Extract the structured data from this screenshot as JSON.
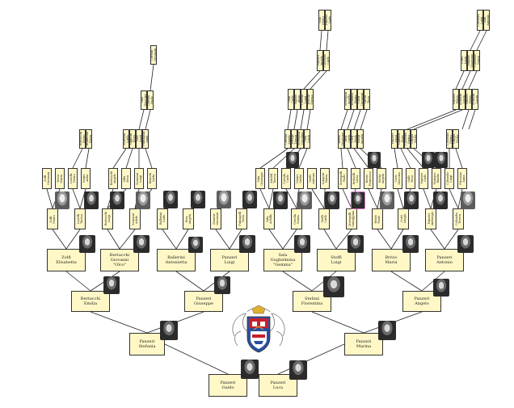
{
  "tree": {
    "gen1": [
      {
        "id": "p-gudo",
        "name": "Panzeri\nGuido"
      },
      {
        "id": "p-luca",
        "name": "Panzeri\nLuca"
      }
    ],
    "gen2": [
      {
        "id": "p-stefania",
        "name": "Panzeri\nStefania"
      },
      {
        "id": "p-marina",
        "name": "Panzeri\nMarina"
      }
    ],
    "gen3": [
      {
        "id": "p-bertacchi-emilia",
        "name": "Bertacchi\nEmilia"
      },
      {
        "id": "p-panzeri-giuseppe",
        "name": "Panzeri\nGiuseppe"
      },
      {
        "id": "p-stefani-florentina",
        "name": "Stefani\nFlorentina"
      },
      {
        "id": "p-panzeri-angelo",
        "name": "Panzeri\nAngelo"
      }
    ],
    "gen4": [
      {
        "id": "p-zolfi",
        "name": "Zolfi\nElisabetta"
      },
      {
        "id": "p-bertacchi-g",
        "name": "Bertacchi\nGiovanni\n\"Olco\""
      },
      {
        "id": "p-ballerini",
        "name": "Ballerini\nAntonietta"
      },
      {
        "id": "p-panzeri-luigi",
        "name": "Panzeri\nLuigi"
      },
      {
        "id": "p-sala",
        "name": "Sala\nGuglielmina\n\"Gemma\""
      },
      {
        "id": "p-stoffi",
        "name": "Stoffi\nLuigi"
      },
      {
        "id": "p-brivio",
        "name": "Brivio\nMaria"
      },
      {
        "id": "p-panzeri-antonio",
        "name": "Panzeri\nAntonio"
      }
    ],
    "gen5": [
      {
        "id": "p-g5-1",
        "name": "Zolfi\nPietro"
      },
      {
        "id": "p-g5-2",
        "name": "Lavelli\nTeresa"
      },
      {
        "id": "p-g5-3",
        "name": "Bertacchi\nLuigi"
      },
      {
        "id": "p-g5-4",
        "name": "Sormani\nAdele"
      },
      {
        "id": "p-g5-5",
        "name": "Ballerini\nCarlo"
      },
      {
        "id": "p-g5-6",
        "name": "Riva\nAngela"
      },
      {
        "id": "p-g5-7",
        "name": "Panzeri\nGiovanni"
      },
      {
        "id": "p-g5-8",
        "name": "Fumagalli\nRosa"
      },
      {
        "id": "p-g5-9",
        "name": "Sala\nAchille"
      },
      {
        "id": "p-g5-10",
        "name": "Cereda\nMaria"
      },
      {
        "id": "p-g5-11",
        "name": "Stoffi\nCarlo"
      },
      {
        "id": "p-g5-12",
        "name": "Meregalli\nGiuseppina"
      },
      {
        "id": "p-g5-13",
        "name": "Brivio\nPaolo"
      },
      {
        "id": "p-g5-14",
        "name": "Corti\nLuigia"
      },
      {
        "id": "p-g5-15",
        "name": "Panzeri\nAmbrogio"
      },
      {
        "id": "p-g5-16",
        "name": "Colombo\nTeresa"
      }
    ],
    "gen6": [
      {
        "id": "a1",
        "name": "Zolfi\nGiovanni"
      },
      {
        "id": "a2",
        "name": "Rossi\nMaria"
      },
      {
        "id": "a3",
        "name": "Lavelli\nPietro"
      },
      {
        "id": "a4",
        "name": "Negri\nAnna"
      },
      {
        "id": "a5",
        "name": "Bertacchi\nAngelo"
      },
      {
        "id": "a6",
        "name": "Villa\nRosa"
      },
      {
        "id": "a7",
        "name": "Sormani\nLuigi"
      },
      {
        "id": "a8",
        "name": "Bianchi\nCarla"
      },
      {
        "id": "a9",
        "name": "Sala\nGiuseppe"
      },
      {
        "id": "a10",
        "name": "Airoldi\nTeresa"
      },
      {
        "id": "a11",
        "name": "Cereda\nCarlo"
      },
      {
        "id": "a12",
        "name": "Mauri\nGiulia"
      },
      {
        "id": "a13",
        "name": "Stoffi\nAntonio"
      },
      {
        "id": "a14",
        "name": "Longoni\nMaria"
      },
      {
        "id": "a15",
        "name": "Meregalli\nPaolo"
      },
      {
        "id": "a16",
        "name": "Redaelli\nLucia"
      },
      {
        "id": "a17",
        "name": "Brivio\nFrancesco"
      },
      {
        "id": "a18",
        "name": "Motta\nAngela"
      },
      {
        "id": "a19",
        "name": "Corti\nGiacomo"
      },
      {
        "id": "a20",
        "name": "Galli\nRosa"
      },
      {
        "id": "a21",
        "name": "Panzeri\nCarlo"
      },
      {
        "id": "a22",
        "name": "Vismara\nEmilia"
      },
      {
        "id": "a23",
        "name": "Colombo\nLuigi"
      },
      {
        "id": "a24",
        "name": "Pirovano\nAnna"
      }
    ],
    "gen7": [
      {
        "id": "b1",
        "name": "Bertacchi\nPietro"
      },
      {
        "id": "b2",
        "name": "Brambilla\nMaria"
      },
      {
        "id": "b3",
        "name": "Sormani\nCarlo"
      },
      {
        "id": "b4",
        "name": "Oggioni\nRosa"
      },
      {
        "id": "b5",
        "name": "Sala\nLuigi"
      },
      {
        "id": "b6",
        "name": "Fumagalli\nAnna"
      },
      {
        "id": "b7",
        "name": "Cereda\nAngelo"
      },
      {
        "id": "b8",
        "name": "Perego\nTeresa"
      },
      {
        "id": "b9",
        "name": "Meregalli\nGiovanni"
      },
      {
        "id": "b10",
        "name": "Villa\nLucia"
      },
      {
        "id": "b11",
        "name": "Brivio\nGiuseppe"
      },
      {
        "id": "b12",
        "name": "Riva\nCarla"
      },
      {
        "id": "b13",
        "name": "Corti\nPaolo"
      },
      {
        "id": "b14",
        "name": "Mauri\nAngela"
      },
      {
        "id": "b15",
        "name": "Panzeri\nLuigi"
      },
      {
        "id": "b16",
        "name": "Galbiati\nRosa"
      },
      {
        "id": "b17",
        "name": "Colombo\nPietro"
      },
      {
        "id": "b18",
        "name": "Crippa\nMaria"
      }
    ],
    "gen8": [
      {
        "id": "c1",
        "name": "Sala\nCarlo"
      },
      {
        "id": "c2",
        "name": "Viganò\nAnna"
      },
      {
        "id": "c3",
        "name": "Cereda\nLuigi"
      },
      {
        "id": "c4",
        "name": "Ronchi\nTeresa"
      },
      {
        "id": "c5",
        "name": "Meregalli\nAngelo"
      },
      {
        "id": "c6",
        "name": "Bonfanti\nMaria"
      },
      {
        "id": "c7",
        "name": "Corti\nGiovanni"
      },
      {
        "id": "c8",
        "name": "Sironi\nRosa"
      },
      {
        "id": "c9",
        "name": "Panzeri\nPietro"
      },
      {
        "id": "c10",
        "name": "Mariani\nLucia"
      }
    ],
    "gen9": [
      {
        "id": "d1",
        "name": "Sala\nGiacomo"
      },
      {
        "id": "d2",
        "name": "Cereda\nPaolo"
      },
      {
        "id": "d3",
        "name": "Panzeri\nAngelo"
      },
      {
        "id": "d4",
        "name": "Colombo\nCarlo"
      },
      {
        "id": "d5",
        "name": "Corti\nLuigi"
      },
      {
        "id": "d6",
        "name": "Panzeri\nGiuseppe"
      },
      {
        "id": "d7",
        "name": "Colombo\nMaria"
      }
    ],
    "gen10": [
      {
        "id": "e1",
        "name": "Cereda\nGiovanni"
      },
      {
        "id": "e2",
        "name": "Sala\nPietro"
      },
      {
        "id": "e3",
        "name": "Panzeri\nCarlo"
      },
      {
        "id": "e4",
        "name": "Colombo\nLuigi"
      }
    ],
    "gen11": [
      {
        "id": "f1",
        "name": "Sala\nAntonio"
      },
      {
        "id": "f2",
        "name": "Panzeri\nGiovanni"
      },
      {
        "id": "f3",
        "name": "Colombo\nPietro"
      }
    ]
  },
  "crest": {
    "name": "family-coat-of-arms",
    "colors": {
      "blue": "#2a4fa0",
      "red": "#c8202a",
      "gold": "#e0b030",
      "white": "#ffffff"
    }
  },
  "theme": {
    "box_fill": "#fff8c6",
    "box_border": "#333333",
    "line": "#222222"
  }
}
